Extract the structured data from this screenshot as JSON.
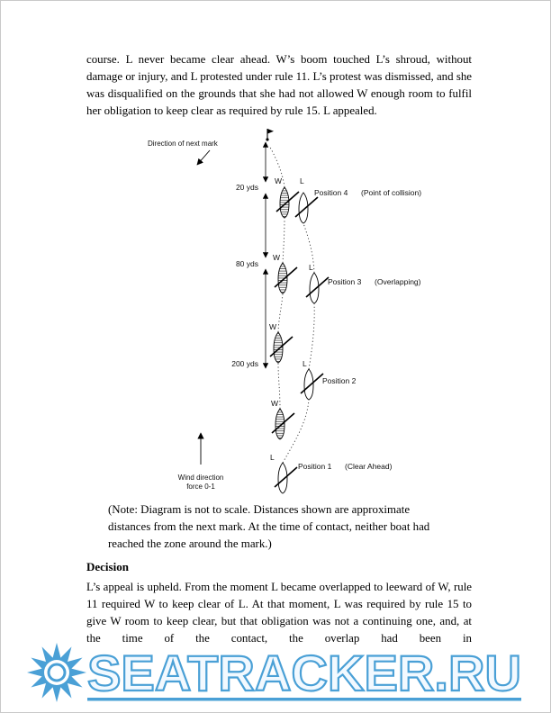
{
  "document": {
    "paragraph1": "course. L never became clear ahead. W’s boom touched L’s shroud, without damage or injury, and L protested under rule 11. L’s protest was dismissed, and she was disqualified on the grounds that she had not allowed W enough room to fulfil her obligation to keep clear as required by rule 15. L appealed.",
    "note": "(Note: Diagram is not to scale. Distances shown are approximate distances from the next mark. At the time of contact, neither boat had reached the zone around the mark.)",
    "decision_heading": "Decision",
    "paragraph2": "L’s appeal is upheld. From the moment L became overlapped to leeward of W, rule 11 required W to keep clear of L. At that moment, L was required by rule 15 to give W room to keep clear, but that obligation was not a continuing one, and, at the time of the contact, the overlap had been in"
  },
  "diagram": {
    "direction_label": "Direction of next mark",
    "distances": [
      "20 yds",
      "80 yds",
      "200 yds"
    ],
    "wind_label_line1": "Wind direction",
    "wind_label_line2": "force 0-1",
    "boat_w_label": "W",
    "boat_l_label": "L",
    "positions": [
      {
        "label": "Position 4",
        "annotation": "(Point of collision)"
      },
      {
        "label": "Position 3",
        "annotation": "(Overlapping)"
      },
      {
        "label": "Position 2",
        "annotation": ""
      },
      {
        "label": "Position 1",
        "annotation": "(Clear Ahead)"
      }
    ]
  },
  "watermark": {
    "text": "SEATRACKER.RU",
    "color": "#4aa0d6"
  }
}
